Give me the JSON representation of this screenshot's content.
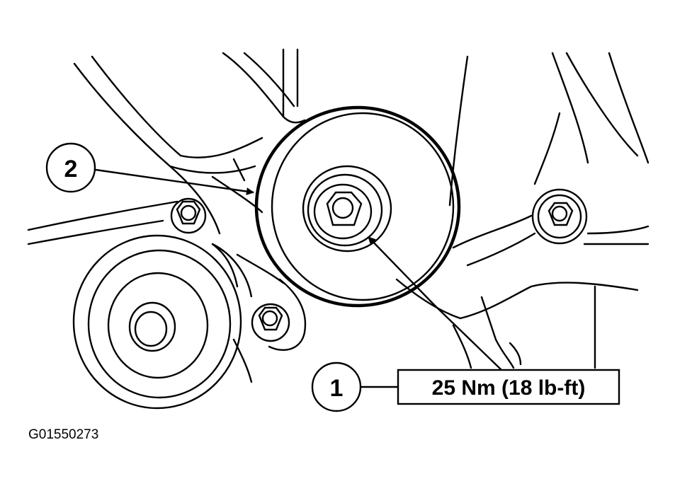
{
  "callouts": [
    {
      "number": "1",
      "spec": "25 Nm (18 lb-ft)"
    },
    {
      "number": "2"
    }
  ],
  "figure_id": "G01550273"
}
